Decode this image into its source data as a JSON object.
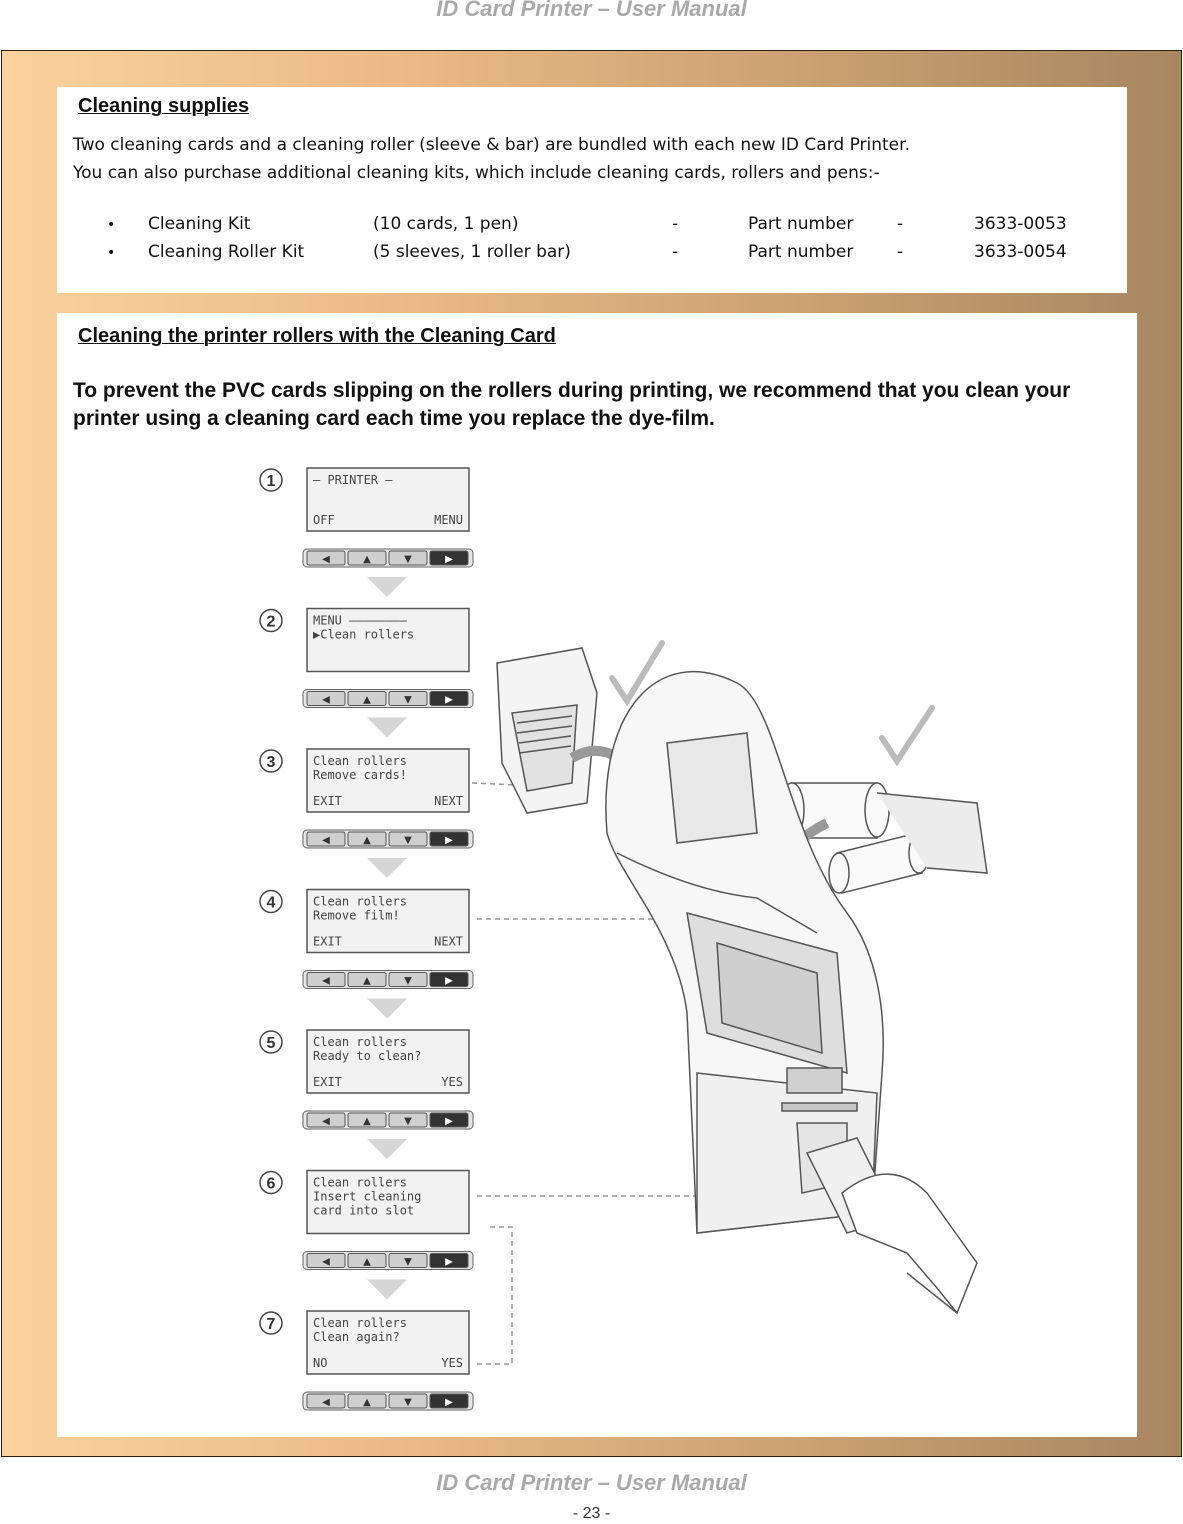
{
  "header": {
    "title": "ID Card Printer – User Manual"
  },
  "footer": {
    "title": "ID Card Printer – User Manual",
    "page": "- 23 -"
  },
  "supplies": {
    "heading": "Cleaning supplies",
    "intro_line1": "Two cleaning cards and a cleaning roller (sleeve & bar) are bundled with each new ID Card Printer.",
    "intro_line2": "You can also purchase additional cleaning kits, which include cleaning cards, rollers and pens:-",
    "items": [
      {
        "bullet": "•",
        "name": "Cleaning Kit",
        "contents": "(10 cards, 1 pen)",
        "dash": "-",
        "label": "Part number",
        "dash2": "-",
        "number": "3633-0053"
      },
      {
        "bullet": "•",
        "name": "Cleaning Roller Kit",
        "contents": "(5 sleeves, 1 roller bar)",
        "dash": "-",
        "label": "Part number",
        "dash2": "-",
        "number": "3633-0054"
      }
    ]
  },
  "rollers": {
    "heading": "Cleaning the printer rollers with the Cleaning Card",
    "intro": "To prevent the PVC cards slipping on the rollers during printing, we recommend that you clean your printer using a cleaning card each time you replace the dye-film."
  },
  "steps": [
    {
      "num": "1",
      "line1": "— PRINTER —",
      "line2": "",
      "line3": "",
      "left": "OFF",
      "right": "MENU"
    },
    {
      "num": "2",
      "line1": "MENU ————————",
      "line2": "▶Clean rollers",
      "line3": "",
      "left": "",
      "right": ""
    },
    {
      "num": "3",
      "line1": "Clean rollers",
      "line2": "Remove cards!",
      "line3": "",
      "left": "EXIT",
      "right": "NEXT"
    },
    {
      "num": "4",
      "line1": "Clean rollers",
      "line2": "Remove film!",
      "line3": "",
      "left": "EXIT",
      "right": "NEXT"
    },
    {
      "num": "5",
      "line1": "Clean rollers",
      "line2": "Ready to clean?",
      "line3": "",
      "left": "EXIT",
      "right": "YES"
    },
    {
      "num": "6",
      "line1": "Clean rollers",
      "line2": "Insert cleaning",
      "line3": "card into slot",
      "left": "",
      "right": ""
    },
    {
      "num": "7",
      "line1": "Clean rollers",
      "line2": "Clean again?",
      "line3": "",
      "left": "NO",
      "right": "YES"
    }
  ],
  "nav_keys": [
    "◀",
    "▲",
    "▼",
    "▶"
  ],
  "icons": [
    "checkmark-icon",
    "printer-illustration",
    "ribbon-roll-icon",
    "card-hopper-icon",
    "hand-icon"
  ]
}
